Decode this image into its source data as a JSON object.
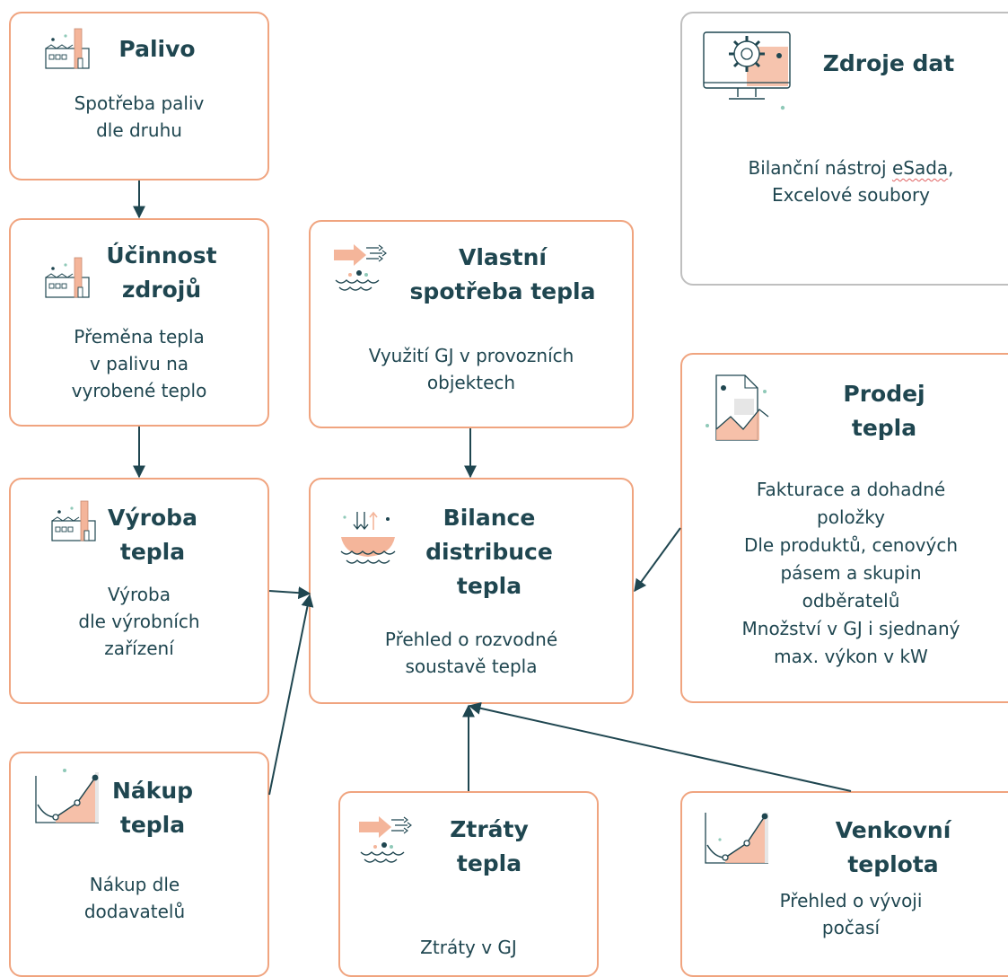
{
  "colors": {
    "box_border": "#f0a47f",
    "source_border": "#bfbfbf",
    "text": "#1f4650",
    "accent": "#f4b59a",
    "arrow": "#1f4650"
  },
  "nodes": {
    "palivo": {
      "title": "Palivo",
      "desc": "Spotřeba paliv\ndle druhu",
      "icon": "factory-icon"
    },
    "ucinnost": {
      "title": "Účinnost\nzdrojů",
      "desc": "Přeměna tepla\nv palivu na\nvyrobené teplo",
      "icon": "factory-icon"
    },
    "vyroba": {
      "title": "Výroba\ntepla",
      "desc": "Výroba\ndle výrobních\nzařízení",
      "icon": "factory-icon"
    },
    "nakup": {
      "title": "Nákup\ntepla",
      "desc": "Nákup dle\ndodavatelů",
      "icon": "line-chart-icon"
    },
    "vlastni": {
      "title": "Vlastní\nspotřeba tepla",
      "desc": "Využití GJ v provozních\nobjektech",
      "icon": "heat-flow-icon"
    },
    "bilance": {
      "title": "Bilance\ndistribuce\ntepla",
      "desc": "Přehled o rozvodné\nsoustavě tepla",
      "icon": "water-heat-icon"
    },
    "ztraty": {
      "title": "Ztráty\ntepla",
      "desc": "Ztráty v GJ",
      "icon": "heat-flow-icon"
    },
    "zdroje": {
      "title": "Zdroje dat",
      "desc_line1_prefix": "Bilanční nástroj ",
      "desc_line1_underlined": "eSada",
      "desc_line1_suffix": ",",
      "desc_line2": "Excelové soubory",
      "icon": "monitor-gear-icon"
    },
    "prodej": {
      "title": "Prodej\ntepla",
      "desc": "Fakturace a dohadné\npoložky\nDle produktů, cenových\npásem a skupin\nodběratelů\nMnožství v GJ i sjednaný\nmax. výkon v kW",
      "icon": "document-chart-icon"
    },
    "venkovni": {
      "title": "Venkovní\nteplota",
      "desc": "Přehled o vývoji\npočasí",
      "icon": "line-chart-icon"
    }
  },
  "edges": [
    {
      "from": "palivo",
      "to": "ucinnost"
    },
    {
      "from": "ucinnost",
      "to": "vyroba"
    },
    {
      "from": "vyroba",
      "to": "bilance"
    },
    {
      "from": "nakup",
      "to": "bilance"
    },
    {
      "from": "vlastni",
      "to": "bilance"
    },
    {
      "from": "ztraty",
      "to": "bilance"
    },
    {
      "from": "venkovni",
      "to": "bilance"
    },
    {
      "from": "prodej",
      "to": "bilance"
    }
  ]
}
